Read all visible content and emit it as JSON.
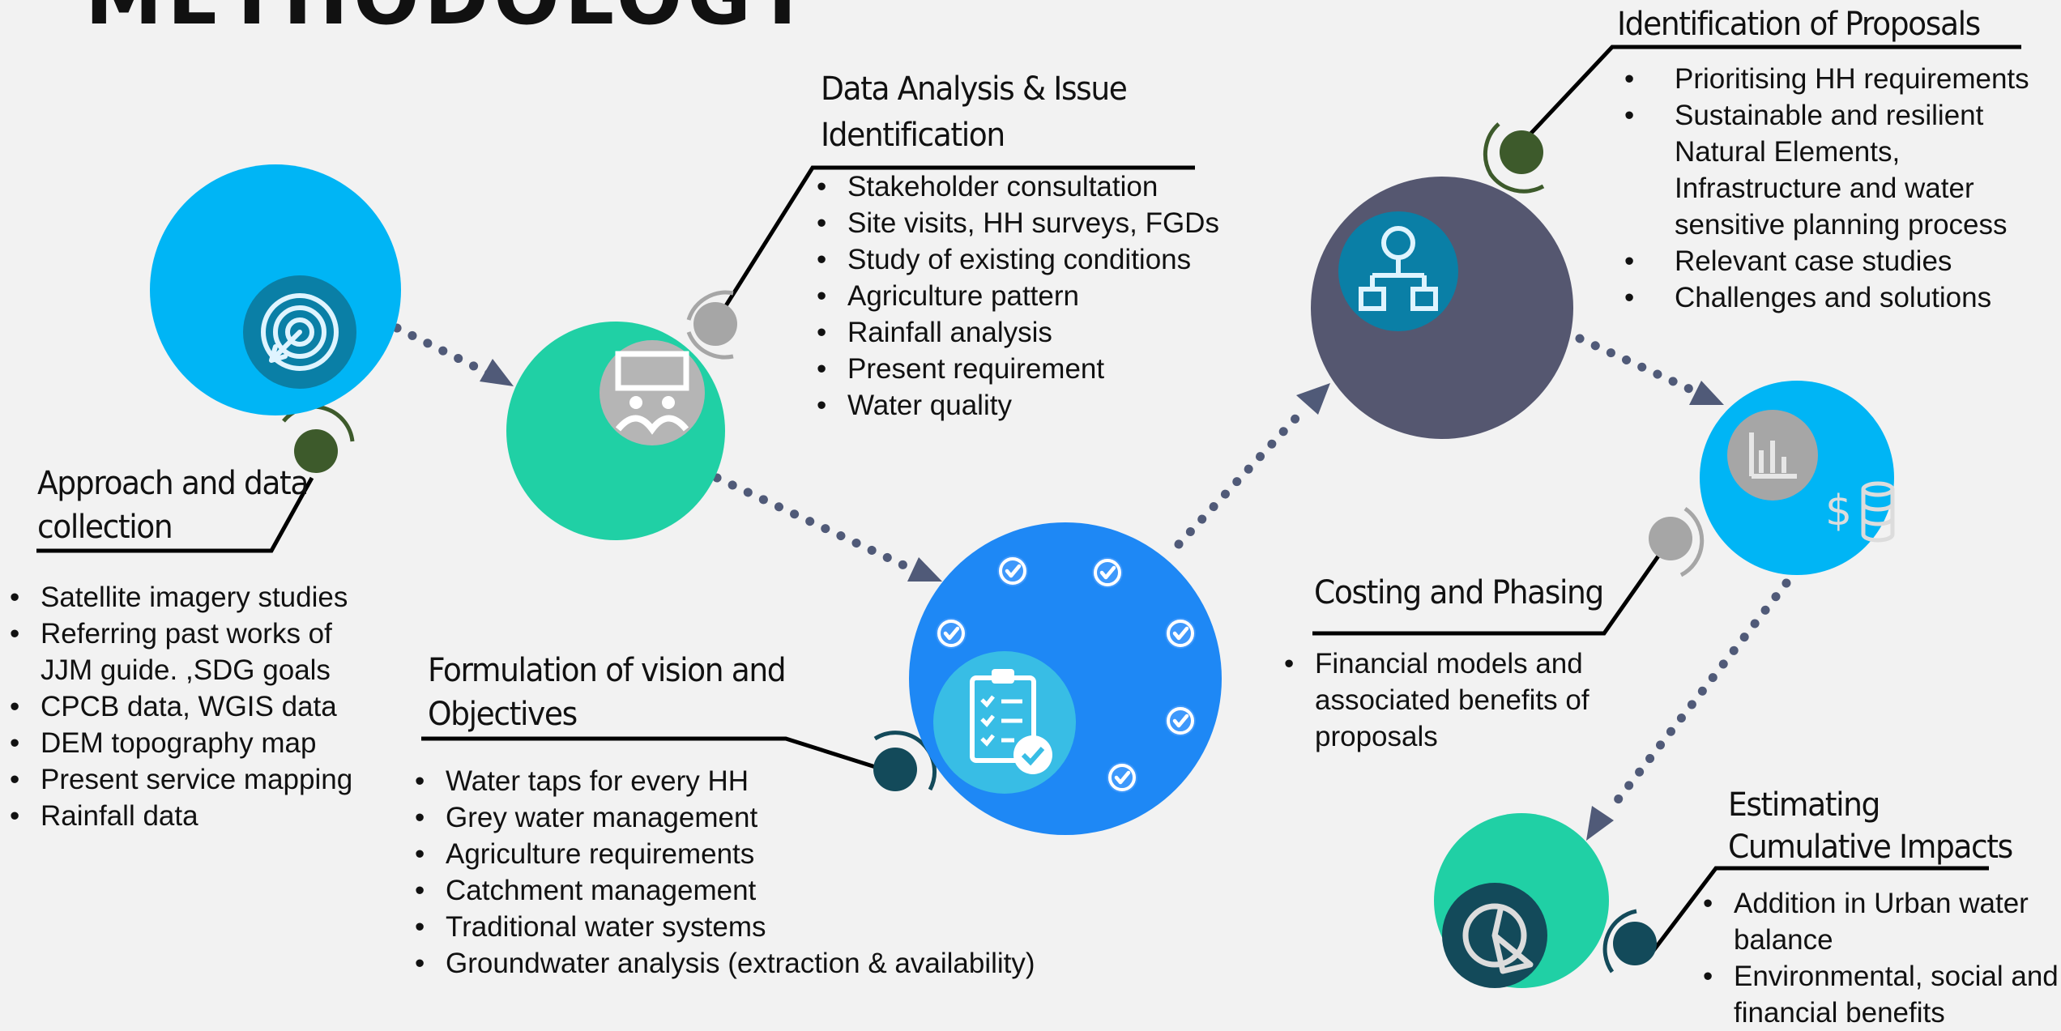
{
  "title": "METHODOLOGY",
  "colors": {
    "cyan": "#00b5f5",
    "teal": "#20d0a5",
    "blue": "#1e88f5",
    "slate": "#555770",
    "navy_arrow": "#505a78",
    "olive_dot": "#3d5a2b",
    "grey_dot": "#a6a6a6",
    "dark_teal_dot": "#134a5a"
  },
  "icons": {
    "approach": "target-arrow-icon",
    "analysis": "survey-people-icon",
    "formulation": "clipboard-checklist-icon",
    "identification": "org-chart-icon",
    "costing_chart": "bar-chart-icon",
    "costing_money": "dollar-coins-icon",
    "impacts": "pie-chart-icon"
  },
  "approach": {
    "heading": [
      "Approach and data",
      "collection"
    ],
    "items": [
      "Satellite imagery studies",
      "Referring past works of JJM guide. ,SDG goals",
      "CPCB data, WGIS data",
      "DEM topography map",
      "Present service mapping",
      "Rainfall data"
    ]
  },
  "analysis": {
    "heading": [
      "Data Analysis & Issue",
      "Identification"
    ],
    "items": [
      "Stakeholder consultation",
      "Site visits, HH surveys, FGDs",
      "Study of  existing conditions",
      "Agriculture pattern",
      "Rainfall analysis",
      "Present requirement",
      "Water quality"
    ]
  },
  "formulation": {
    "heading": [
      "Formulation of vision and",
      "Objectives"
    ],
    "items": [
      "Water taps for every HH",
      "Grey water management",
      "Agriculture requirements",
      "Catchment management",
      "Traditional water systems",
      "Groundwater analysis (extraction & availability)"
    ]
  },
  "identification": {
    "heading": [
      "Identification of Proposals"
    ],
    "items": [
      "Prioritising HH requirements",
      "Sustainable and resilient Natural Elements, Infrastructure and water sensitive planning process",
      "Relevant case studies",
      "Challenges and solutions"
    ]
  },
  "costing": {
    "heading": [
      "Costing and Phasing"
    ],
    "items": [
      "Financial models and associated benefits of proposals"
    ]
  },
  "impacts": {
    "heading": [
      "Estimating",
      "Cumulative Impacts"
    ],
    "items": [
      "Addition in Urban water balance",
      "Environmental, social and financial benefits"
    ]
  }
}
